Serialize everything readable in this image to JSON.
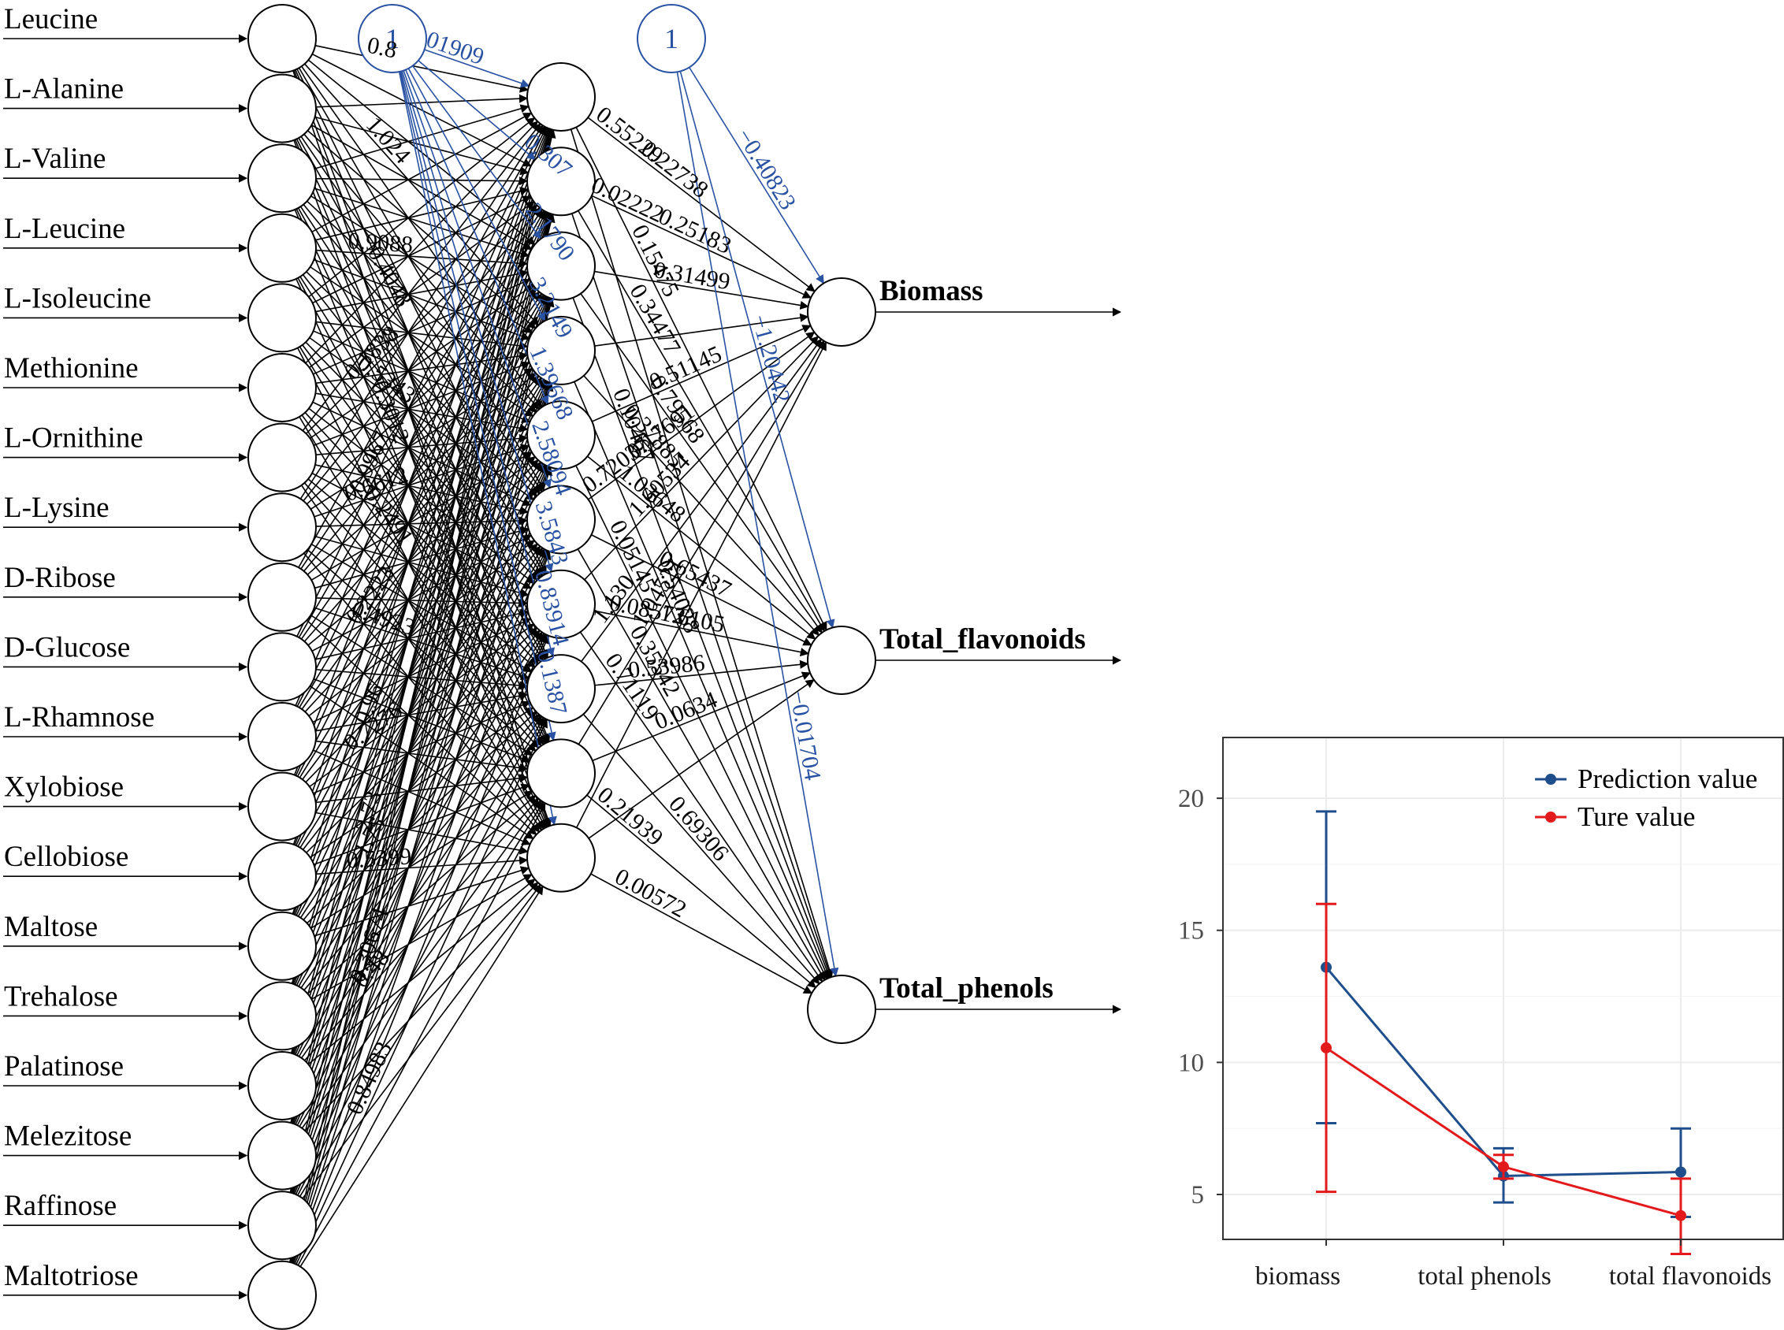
{
  "network": {
    "inputs": [
      "Leucine",
      "L-Alanine",
      "L-Valine",
      "L-Leucine",
      "L-Isoleucine",
      "Methionine",
      "L-Ornithine",
      "L-Lysine",
      "D-Ribose",
      "D-Glucose",
      "L-Rhamnose",
      "Xylobiose",
      "Cellobiose",
      "Maltose",
      "Trehalose",
      "Palatinose",
      "Melezitose",
      "Raffinose",
      "Maltotriose"
    ],
    "hidden_count": 10,
    "outputs": [
      "Biomass",
      "Total_flavonoids",
      "Total_phenols"
    ],
    "bias_label": "1",
    "hidden_output_weights": [
      "0.55229",
      "0.15475",
      "0.22738",
      "0.25183",
      "0.02222",
      "0.34477",
      "0.79568",
      "0.31499",
      "0.10467",
      "0.37885",
      "0.54028",
      "0.51145",
      "0.05145",
      "1.03648",
      "0.17691",
      "0.65437",
      "0.72037",
      "0.35542",
      "1.60534",
      "1.6105",
      "0.71119",
      "0.08572",
      "0.53986",
      "0.69306",
      "0.21939",
      "0.00572",
      "1.04521",
      "0.0634",
      "1.130"
    ],
    "input_hidden_weights": [
      "0.8",
      "1.024",
      "0.4048",
      "0.3012",
      "0.9088",
      "0.5343",
      "0.2491",
      "0.1838",
      "0.6612",
      "0.4923",
      "0.9967",
      "0.2223",
      "0.7276",
      "0.5399",
      "0.96",
      "1.75",
      "0.48",
      "2.73",
      "0.30674",
      "0.84983"
    ],
    "bias_hidden_weights": [
      "01909",
      "0.307",
      "2.1790",
      "3.2149",
      "1.39668",
      "2.58094",
      "3.5843",
      "0.83914",
      "0.1387"
    ],
    "bias_output_weights": [
      "−0.40823",
      "−1.20442",
      "−0.01704"
    ]
  },
  "chart_data": {
    "type": "line",
    "categories": [
      "biomass",
      "total phenols",
      "total flavonoids"
    ],
    "series": [
      {
        "name": "Prediction value",
        "color": "#1f4e8c",
        "values": [
          13.6,
          5.7,
          5.85
        ],
        "err_low": [
          7.7,
          4.7,
          4.15
        ],
        "err_high": [
          19.5,
          6.75,
          7.5
        ]
      },
      {
        "name": "Ture value",
        "color": "#e31a1c",
        "values": [
          10.55,
          6.05,
          4.2
        ],
        "err_low": [
          5.1,
          5.6,
          2.75
        ],
        "err_high": [
          16.0,
          6.5,
          5.6
        ]
      }
    ],
    "yticks": [
      5,
      10,
      15,
      20
    ],
    "ylim": [
      3.3,
      22.3
    ],
    "grid": true,
    "legend": "top-right",
    "xlabel": "",
    "ylabel": ""
  }
}
